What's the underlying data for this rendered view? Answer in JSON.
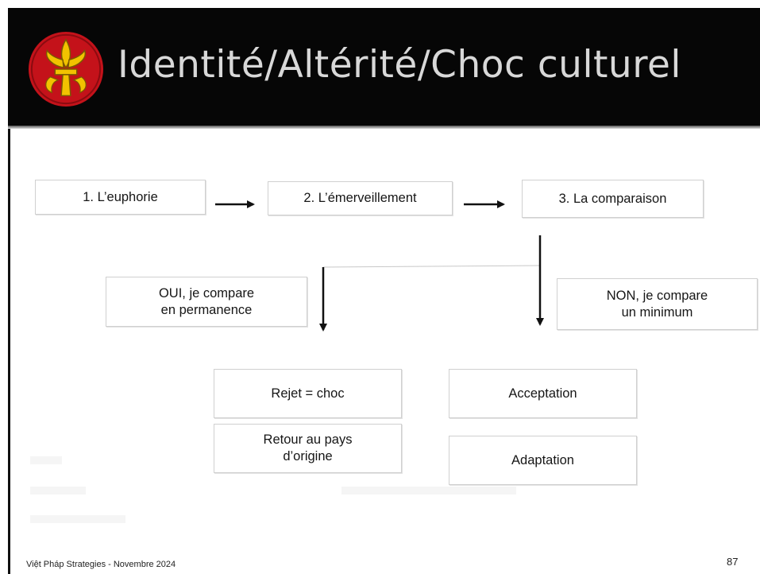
{
  "header": {
    "title": "Identité/Altérité/Choc culturel"
  },
  "steps": [
    {
      "label": "1. L’euphorie"
    },
    {
      "label": "2. L’émerveillement"
    },
    {
      "label": "3. La comparaison"
    }
  ],
  "branches": {
    "yes": {
      "label": "OUI,  je compare\nen permanence"
    },
    "no": {
      "label": "NON, je compare\nun minimum"
    }
  },
  "outcomes": {
    "left": [
      {
        "label": "Rejet = choc"
      },
      {
        "label": "Retour au pays\nd’origine"
      }
    ],
    "right": [
      {
        "label": "Acceptation"
      },
      {
        "label": "Adaptation"
      }
    ]
  },
  "footer": {
    "text": "Việt Pháp Strategies - Novembre 2024",
    "page": "87"
  },
  "colors": {
    "header_bg": "#060606",
    "title": "#d8d8d8",
    "logo_red": "#c4121a",
    "logo_gold": "#f2c200"
  }
}
